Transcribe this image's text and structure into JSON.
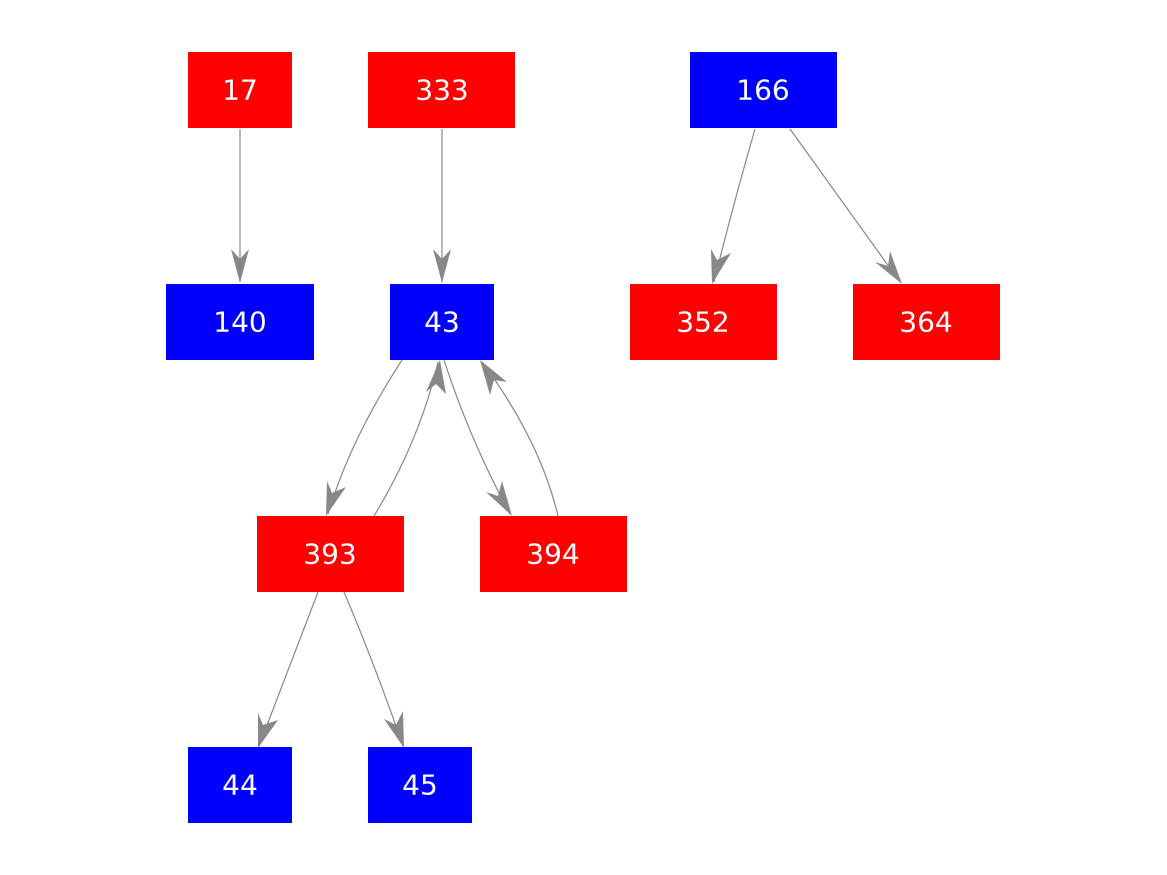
{
  "colors": {
    "red": "#ff0000",
    "blue": "#0000ff",
    "edge": "#888888",
    "background": "#ffffff"
  },
  "nodes": [
    {
      "id": "17",
      "label": "17",
      "color": "red"
    },
    {
      "id": "333",
      "label": "333",
      "color": "red"
    },
    {
      "id": "166",
      "label": "166",
      "color": "blue"
    },
    {
      "id": "140",
      "label": "140",
      "color": "blue"
    },
    {
      "id": "43",
      "label": "43",
      "color": "blue"
    },
    {
      "id": "352",
      "label": "352",
      "color": "red"
    },
    {
      "id": "364",
      "label": "364",
      "color": "red"
    },
    {
      "id": "393",
      "label": "393",
      "color": "red"
    },
    {
      "id": "394",
      "label": "394",
      "color": "red"
    },
    {
      "id": "44",
      "label": "44",
      "color": "blue"
    },
    {
      "id": "45",
      "label": "45",
      "color": "blue"
    }
  ],
  "edges": [
    {
      "from": "17",
      "to": "140"
    },
    {
      "from": "333",
      "to": "43"
    },
    {
      "from": "166",
      "to": "352"
    },
    {
      "from": "166",
      "to": "364"
    },
    {
      "from": "43",
      "to": "393"
    },
    {
      "from": "393",
      "to": "43"
    },
    {
      "from": "43",
      "to": "394"
    },
    {
      "from": "394",
      "to": "43"
    },
    {
      "from": "393",
      "to": "44"
    },
    {
      "from": "393",
      "to": "45"
    }
  ]
}
